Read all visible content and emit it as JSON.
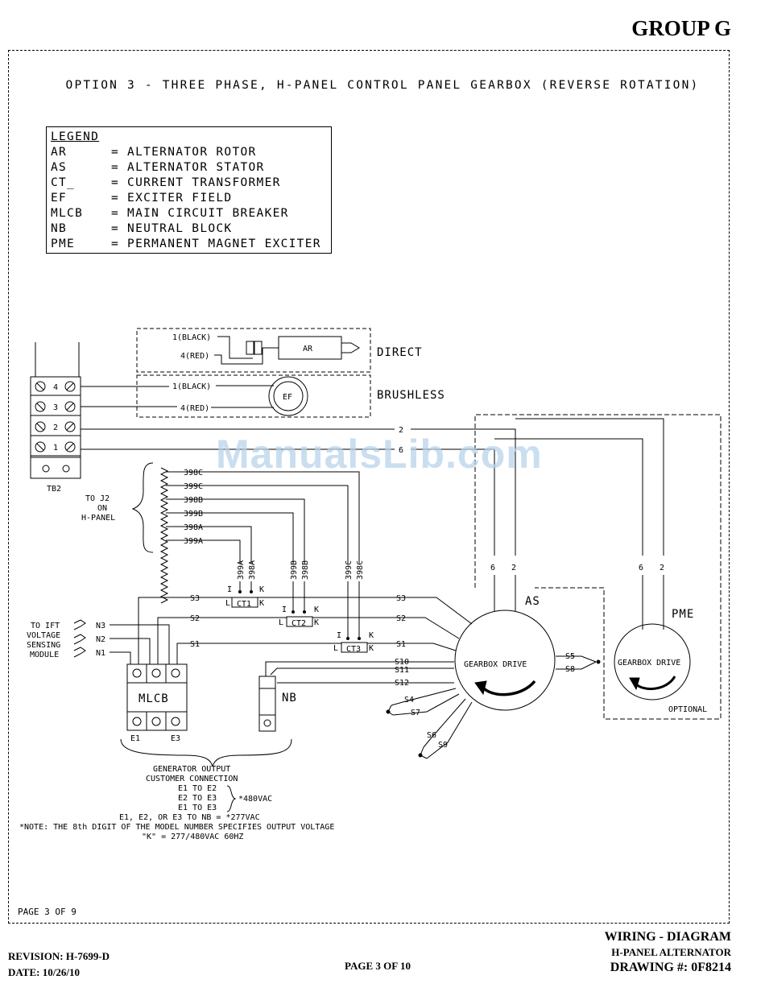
{
  "header": {
    "group": "GROUP G"
  },
  "title": "OPTION 3 - THREE PHASE, H-PANEL CONTROL PANEL GEARBOX (REVERSE ROTATION)",
  "legend": {
    "heading": "LEGEND",
    "items": [
      {
        "abbr": "AR",
        "text": "= ALTERNATOR ROTOR"
      },
      {
        "abbr": "AS",
        "text": "= ALTERNATOR STATOR"
      },
      {
        "abbr": "CT_",
        "text": "= CURRENT TRANSFORMER"
      },
      {
        "abbr": "EF",
        "text": "= EXCITER FIELD"
      },
      {
        "abbr": "MLCB",
        "text": "= MAIN CIRCUIT BREAKER"
      },
      {
        "abbr": "NB",
        "text": "= NEUTRAL BLOCK"
      },
      {
        "abbr": "PME",
        "text": "= PERMANENT MAGNET EXCITER"
      }
    ]
  },
  "diagram": {
    "direct": "DIRECT",
    "brushless": "BRUSHLESS",
    "black_wire": "1(BLACK)",
    "red_wire": "4(RED)",
    "ar": "AR",
    "ef": "EF",
    "tb2": {
      "label": "TB2",
      "terminals": [
        "4",
        "3",
        "2",
        "1"
      ]
    },
    "wire2": "2",
    "wire6": "6",
    "j2_label": [
      "TO J2",
      "ON",
      "H-PANEL"
    ],
    "j2_wires": [
      "398C",
      "399C",
      "398B",
      "399B",
      "398A",
      "399A"
    ],
    "ct_pairs": [
      [
        "399A",
        "398A"
      ],
      [
        "399B",
        "398B"
      ],
      [
        "399C",
        "398C"
      ]
    ],
    "ct": [
      "CT1",
      "CT2",
      "CT3"
    ],
    "ct_l": "L",
    "ct_k": "K",
    "ct_i": "I",
    "s_leads": [
      "S3",
      "S2",
      "S1"
    ],
    "s_right": [
      "S3",
      "S2",
      "S1",
      "S10",
      "S11",
      "S12",
      "S4",
      "S7",
      "S6",
      "S9",
      "S5",
      "S8"
    ],
    "ift_label": [
      "TO IFT",
      "VOLTAGE",
      "SENSING",
      "MODULE"
    ],
    "n_leads": [
      "N3",
      "N2",
      "N1"
    ],
    "mlcb": "MLCB",
    "e1": "E1",
    "e3": "E3",
    "nb": "NB",
    "as": "AS",
    "pme": "PME",
    "gearbox": "GEARBOX DRIVE",
    "optional": "OPTIONAL",
    "output": [
      "GENERATOR OUTPUT",
      "CUSTOMER CONNECTION"
    ],
    "conn": [
      "E1 TO E2",
      "E2 TO E3",
      "E1 TO E3"
    ],
    "v480": "*480VAC",
    "nb_line": "E1, E2, OR E3 TO NB = *277VAC",
    "note": "*NOTE: THE 8th DIGIT OF THE MODEL NUMBER SPECIFIES OUTPUT VOLTAGE",
    "note2": "\"K\" = 277/480VAC 60HZ"
  },
  "page_inner": "PAGE 3 OF 9",
  "footer": {
    "revision": "REVISION: H-7699-D",
    "date": "DATE: 10/26/10",
    "page": "PAGE 3 OF 10",
    "title": "WIRING - DIAGRAM",
    "subtitle": "H-PANEL ALTERNATOR",
    "drawing": "DRAWING #: 0F8214"
  },
  "watermark": "ManualsLib.com"
}
